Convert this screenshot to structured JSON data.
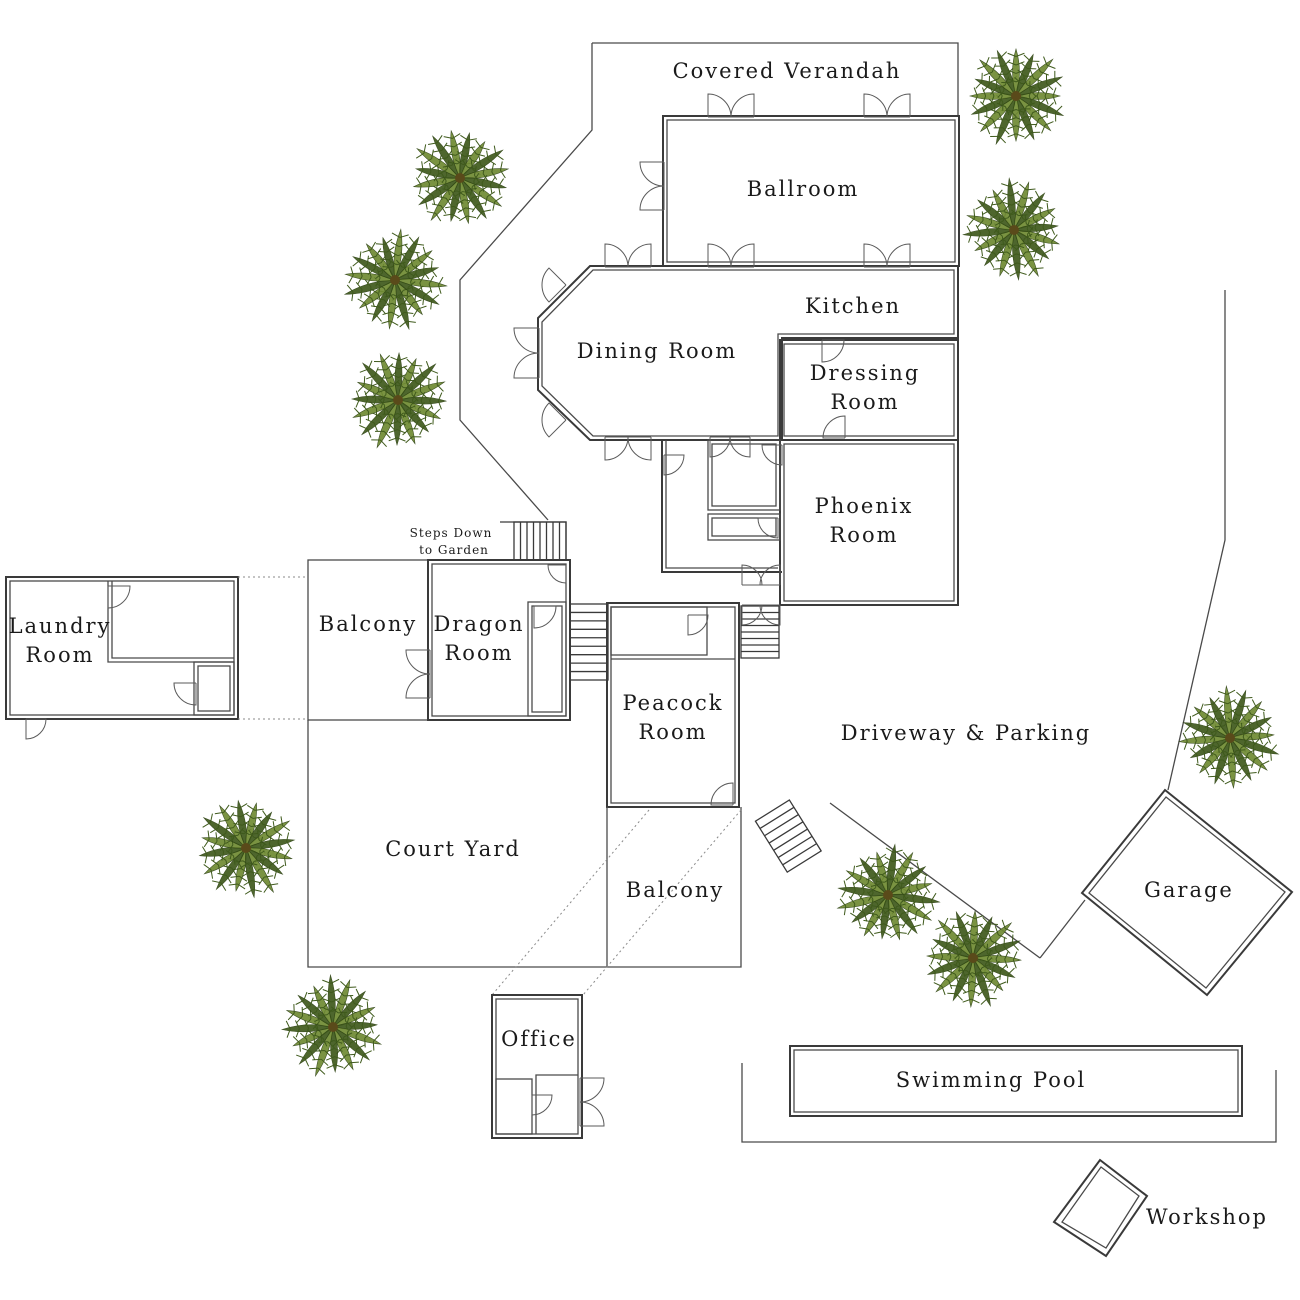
{
  "rooms": {
    "covered_verandah": "Covered Verandah",
    "ballroom": "Ballroom",
    "kitchen": "Kitchen",
    "dining_room": "Dining Room",
    "dressing_room": [
      "Dressing",
      "Room"
    ],
    "phoenix_room": [
      "Phoenix",
      "Room"
    ],
    "steps_down": [
      "Steps Down",
      "to Garden"
    ],
    "laundry_room": [
      "Laundry",
      "Room"
    ],
    "balcony_upper": "Balcony",
    "dragon_room": [
      "Dragon",
      "Room"
    ],
    "peacock_room": [
      "Peacock",
      "Room"
    ],
    "driveway": "Driveway & Parking",
    "court_yard": "Court Yard",
    "balcony_lower": "Balcony",
    "garage": "Garage",
    "office": "Office",
    "swimming_pool": "Swimming Pool",
    "workshop": "Workshop"
  },
  "colors": {
    "palm_dark": "#3f5a1c",
    "palm_light": "#6f8a33",
    "wall": "#3a3a3a"
  },
  "icons": [
    "palm-tree-icon",
    "door-swing-icon",
    "stairs-icon"
  ]
}
